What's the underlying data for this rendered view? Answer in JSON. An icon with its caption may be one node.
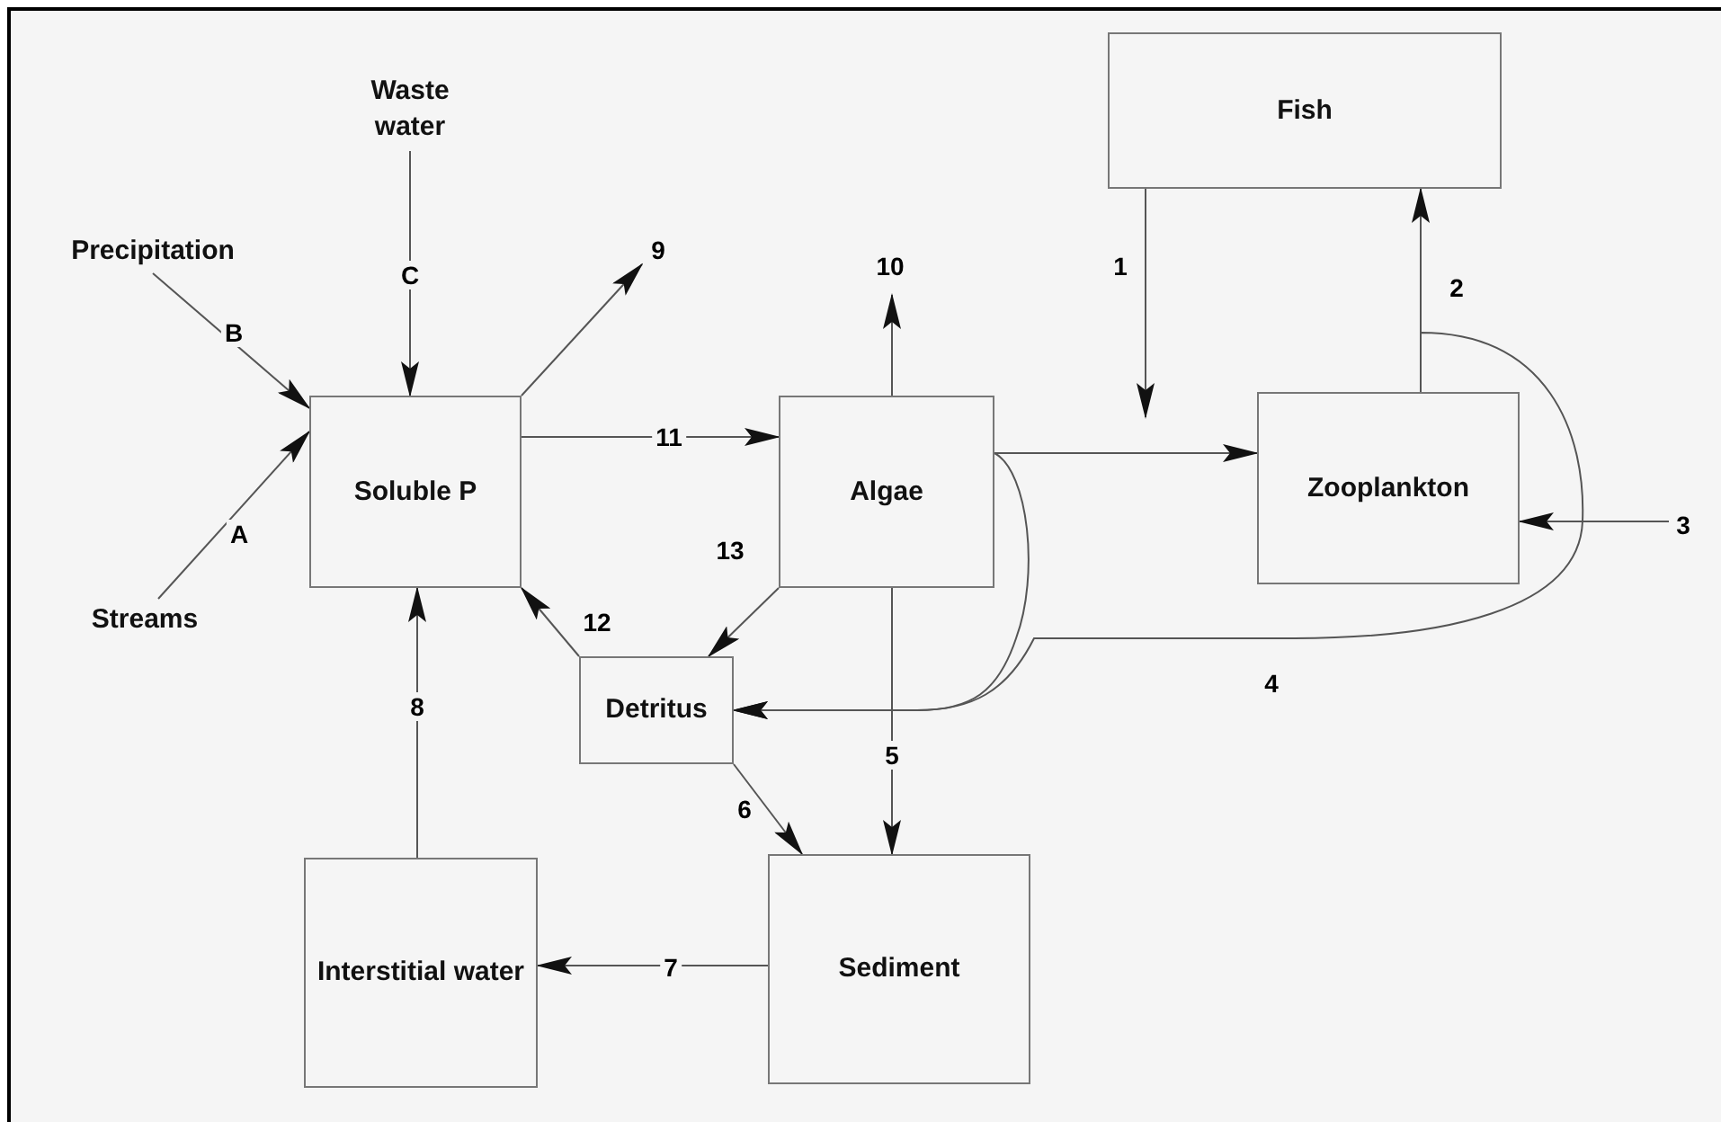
{
  "diagram": {
    "nodes": [
      {
        "text": [
          "Waste water"
        ]
      },
      {
        "text": [
          "Fish"
        ]
      },
      {
        "text": [
          "Precipitation"
        ]
      },
      {
        "text": [
          "Soluble P"
        ]
      },
      {
        "text": [
          "Algae"
        ]
      },
      {
        "text": [
          "Zooplankton"
        ]
      },
      {
        "text": [
          "Streams"
        ]
      },
      {
        "text": [
          "Detritus"
        ]
      },
      {
        "text": [
          "Interstitial water"
        ]
      },
      {
        "text": [
          "Sediment"
        ]
      }
    ],
    "edges": [
      {
        "from": 2,
        "to": 3,
        "arrow": "to",
        "label": "B"
      },
      {
        "from": 6,
        "to": 3,
        "arrow": "to",
        "label": "A"
      },
      {
        "from": 0,
        "to": 3,
        "arrow": "to",
        "label": "C"
      },
      {
        "from": 3,
        "to": null,
        "arrow": "to",
        "label": "9"
      },
      {
        "from": 3,
        "to": 4,
        "arrow": "to",
        "label": "11"
      },
      {
        "from": 4,
        "to": null,
        "arrow": "to",
        "label": "10"
      },
      {
        "from": 4,
        "to": 5,
        "arrow": "to"
      },
      {
        "from": 1,
        "to": null,
        "arrow": "to",
        "label": "1"
      },
      {
        "from": 5,
        "to": 1,
        "arrow": "to",
        "label": "2"
      },
      {
        "from": null,
        "to": 5,
        "arrow": "to",
        "label": "3"
      },
      {
        "from": 5,
        "to": 7,
        "arrow": "to",
        "label": "4"
      },
      {
        "from": 4,
        "to": 7,
        "arrow": "to"
      },
      {
        "from": 4,
        "to": 7,
        "arrow": "to",
        "label": "13"
      },
      {
        "from": 7,
        "to": 3,
        "arrow": "to",
        "label": "12"
      },
      {
        "from": 7,
        "to": 9,
        "arrow": "to",
        "label": "6"
      },
      {
        "from": 4,
        "to": 9,
        "arrow": "to",
        "label": "5"
      },
      {
        "from": 9,
        "to": 8,
        "arrow": "to",
        "label": "7"
      },
      {
        "from": 8,
        "to": 3,
        "arrow": "to",
        "label": "8"
      }
    ]
  }
}
